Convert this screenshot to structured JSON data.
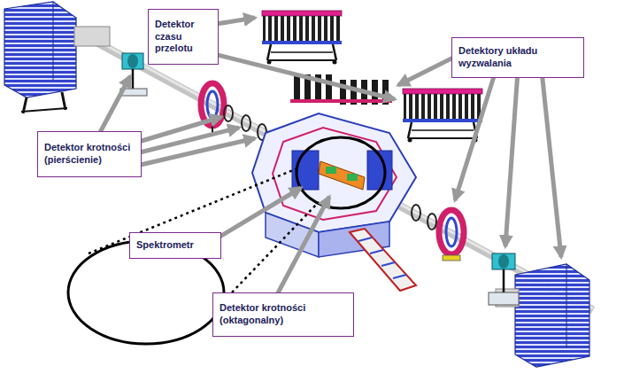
{
  "diagram": {
    "nodes": [
      {
        "text": [
          "Detektor czasu przelotu"
        ]
      },
      {
        "text": [
          "Detektory układu wyzwalania"
        ]
      },
      {
        "text": [
          "Detektor krotności (pierścienie)"
        ]
      },
      {
        "text": [
          "Spektrometr"
        ]
      },
      {
        "text": [
          "Detektor krotności (oktagonalny)"
        ]
      }
    ]
  }
}
